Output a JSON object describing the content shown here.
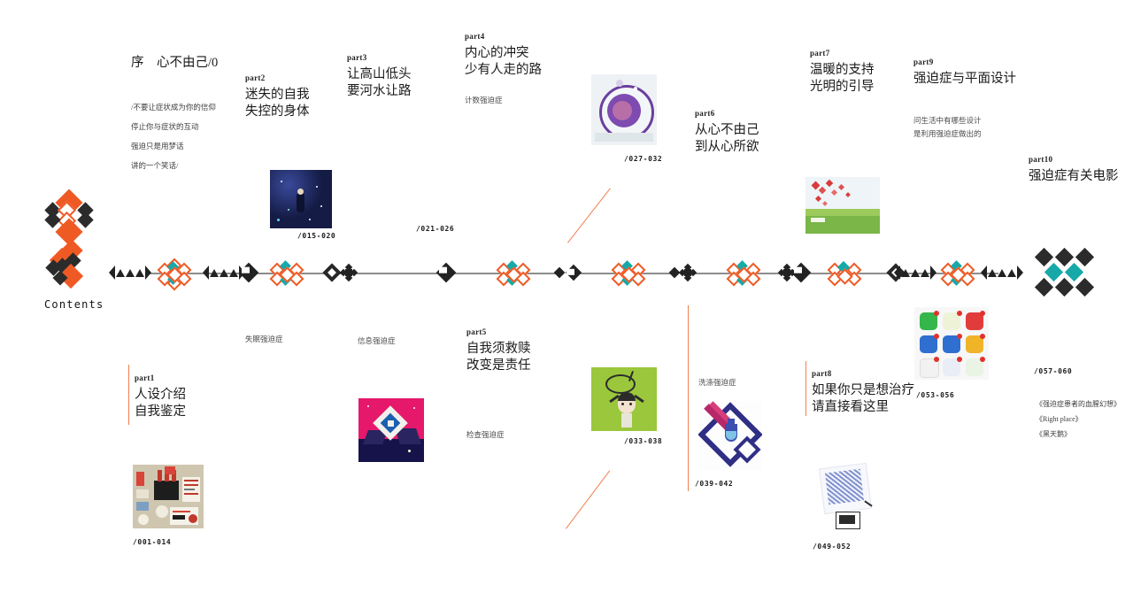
{
  "meta": {
    "contents_label": "Contents",
    "accent": "#f08050",
    "node_orange": "#ef5a24",
    "node_teal": "#17a8a8",
    "axis_color": "#8c8c8c"
  },
  "preface": {
    "title": "序　心不由己/0",
    "lines": [
      "/不要让症状成为你的信仰",
      "停止你与症状的互动",
      "强迫只是用梦话",
      "讲的一个笑话/"
    ]
  },
  "parts": [
    {
      "id": "part-1",
      "label": "part",
      "number": "1",
      "title": [
        "人设介绍",
        "自我鉴定"
      ],
      "subtitle": [],
      "page": "/001-014"
    },
    {
      "id": "part-2",
      "label": "part",
      "number": "2",
      "title": [
        "迷失的自我",
        "失控的身体"
      ],
      "subtitle": [
        "失眠强迫症"
      ],
      "page": "/015-020"
    },
    {
      "id": "part-3",
      "label": "part",
      "number": "3",
      "title": [
        "让高山低头",
        "要河水让路"
      ],
      "subtitle": [
        "信息强迫症"
      ],
      "page": "/021-026"
    },
    {
      "id": "part-4",
      "label": "part",
      "number": "4",
      "title": [
        "内心的冲突",
        "少有人走的路"
      ],
      "subtitle": [
        "计数强迫症"
      ],
      "page": "/027-032"
    },
    {
      "id": "part-5",
      "label": "part",
      "number": "5",
      "title": [
        "自我须救赎",
        "改变是责任"
      ],
      "subtitle": [
        "检查强迫症"
      ],
      "page": "/033-038"
    },
    {
      "id": "part-6",
      "label": "part",
      "number": "6",
      "title": [
        "从心不由己",
        "到从心所欲"
      ],
      "subtitle": [
        "洗涤强迫症"
      ],
      "page": "/039-042"
    },
    {
      "id": "part-7",
      "label": "part",
      "number": "7",
      "title": [
        "温暖的支持",
        "光明的引导"
      ],
      "subtitle": [],
      "page": ""
    },
    {
      "id": "part-8",
      "label": "part",
      "number": "8",
      "title": [
        "如果你只是想治疗",
        "请直接看这里"
      ],
      "subtitle": [],
      "page": "/049-052"
    },
    {
      "id": "part-9",
      "label": "part",
      "number": "9",
      "title": [
        "强迫症与平面设计"
      ],
      "subtitle": [
        "问生活中有哪些设计",
        "是利用强迫症做出的"
      ],
      "page": "/053-056"
    },
    {
      "id": "part-10",
      "label": "part",
      "number": "10",
      "title": [
        "强迫症有关电影"
      ],
      "subtitle": [],
      "page": "/057-060",
      "movies": [
        "《强迫症患者的血腥幻想》",
        "《Right place》",
        "《黑天鹅》"
      ]
    }
  ]
}
